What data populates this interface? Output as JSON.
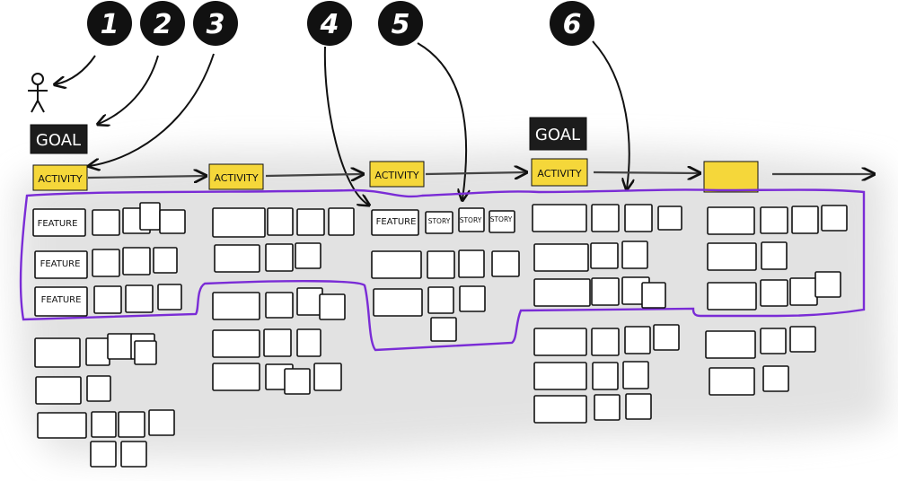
{
  "colors": {
    "ink": "#111111",
    "sticky_yellow": "#f5d73a",
    "goal_bg": "#1c1c1c",
    "goal_text": "#ffffff",
    "release_line": "#7a2cd6",
    "smudge": "#dcdcdc",
    "card_fill": "#ffffff"
  },
  "callouts": [
    "1",
    "2",
    "3",
    "4",
    "5",
    "6"
  ],
  "goals": [
    "GOAL",
    "GOAL"
  ],
  "activities": [
    "ACTIVITY",
    "ACTIVITY",
    "ACTIVITY",
    "ACTIVITY",
    ""
  ],
  "features": [
    "FEATURE",
    "FEATURE",
    "FEATURE",
    "FEATURE"
  ],
  "stories": [
    "STORY",
    "STORY",
    "STORY"
  ],
  "icons": {
    "person": "stick-figure-icon",
    "arrow": "arrow-icon"
  }
}
